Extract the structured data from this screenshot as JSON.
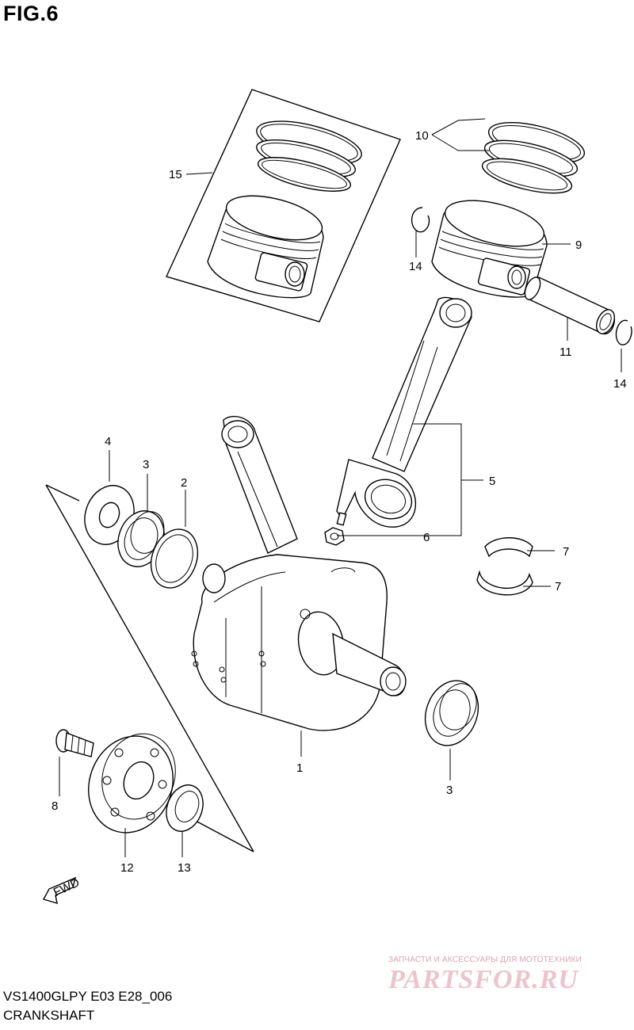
{
  "figure": {
    "title": "FIG.6"
  },
  "footer": {
    "model_code": "VS1400GLPY E03 E28_006",
    "section": "CRANKSHAFT"
  },
  "watermark": {
    "tagline": "ЗАПЧАСТИ И АКСЕССУАРЫ ДЛЯ МОТОТЕХНИКИ",
    "logo_text": "PARTSFOR.RU"
  },
  "fwd_label": "FWD",
  "callouts": [
    {
      "id": "1",
      "label": "1"
    },
    {
      "id": "2",
      "label": "2"
    },
    {
      "id": "3a",
      "label": "3"
    },
    {
      "id": "3b",
      "label": "3"
    },
    {
      "id": "4",
      "label": "4"
    },
    {
      "id": "5",
      "label": "5"
    },
    {
      "id": "6",
      "label": "6"
    },
    {
      "id": "7a",
      "label": "7"
    },
    {
      "id": "7b",
      "label": "7"
    },
    {
      "id": "8",
      "label": "8"
    },
    {
      "id": "9",
      "label": "9"
    },
    {
      "id": "10",
      "label": "10"
    },
    {
      "id": "11",
      "label": "11"
    },
    {
      "id": "12",
      "label": "12"
    },
    {
      "id": "13",
      "label": "13"
    },
    {
      "id": "14a",
      "label": "14"
    },
    {
      "id": "14b",
      "label": "14"
    },
    {
      "id": "15",
      "label": "15"
    }
  ]
}
